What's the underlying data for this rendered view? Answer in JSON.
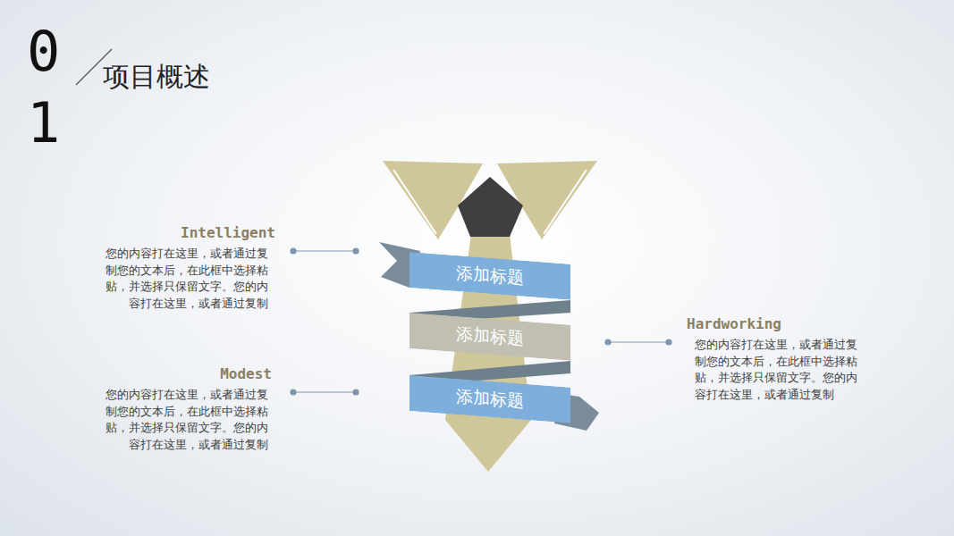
{
  "diagram": {
    "title": "项目概述",
    "nodes": [
      {
        "text": [
          "添加标题"
        ]
      },
      {
        "text": [
          "添加标题"
        ]
      },
      {
        "text": [
          "添加标题"
        ]
      }
    ],
    "labels": [
      "01",
      "Intelligent",
      "您的内容打在这里，或者通过复制您的文本后，在此框中选择粘贴，并选择只保留文字。您的内容打在这里，或者通过复制",
      "Modest",
      "您的内容打在这里，或者通过复制您的文本后，在此框中选择粘贴，并选择只保留文字。您的内容打在这里，或者通过复制",
      "Hardworking",
      "您的内容打在这里，或者通过复制您的文本后，在此框中选择粘贴，并选择只保留文字。您的内容打在这里，或者通过复制"
    ]
  }
}
